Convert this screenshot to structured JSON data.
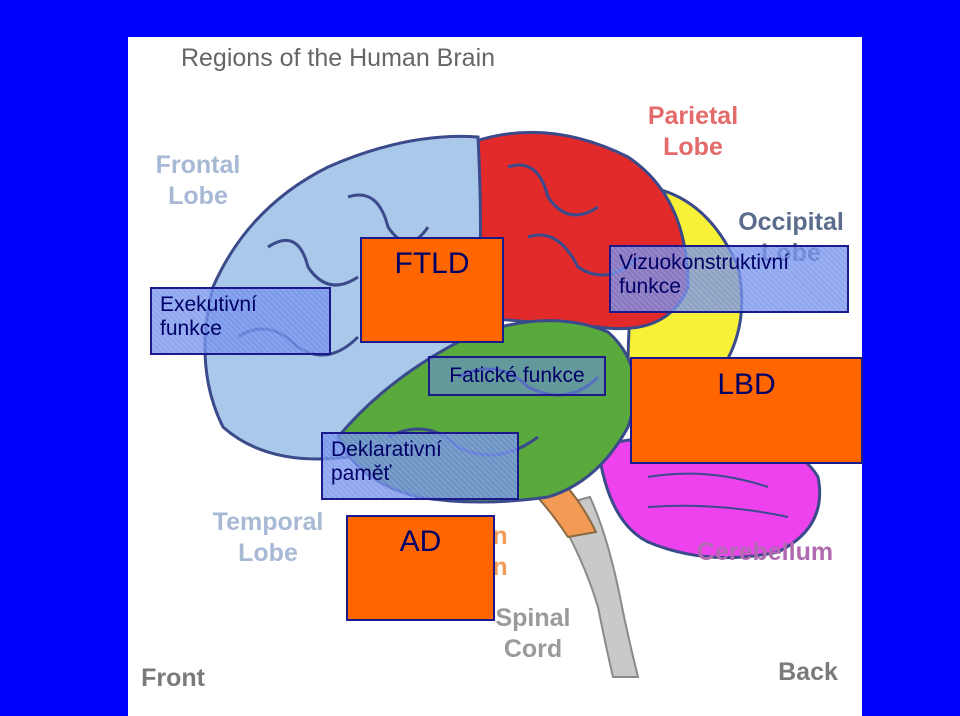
{
  "diagram": {
    "title": "Regions of the Human Brain",
    "region_labels": {
      "frontal": [
        "Frontal",
        "Lobe"
      ],
      "parietal": [
        "Parietal",
        "Lobe"
      ],
      "occipital": [
        "Occipital",
        "Lobe"
      ],
      "temporal": [
        "Temporal",
        "Lobe"
      ],
      "cerebellum": "Cerebellum",
      "brain_stem_partial": [
        "n",
        "n"
      ],
      "spinal_cord": [
        "Spinal",
        "Cord"
      ],
      "front": "Front",
      "back": "Back"
    },
    "colors": {
      "background": "#0000ff",
      "frontal": "#aac8ea",
      "parietal": "#e32a2a",
      "occipital": "#f7f238",
      "temporal": "#5aa93c",
      "cerebellum": "#ee42ee",
      "orange_box": "#ff6600",
      "label_color": "#a7b9d4"
    }
  },
  "overlays": {
    "executive": [
      "Exekutivní",
      "funkce"
    ],
    "ftld": "FTLD",
    "visuo": [
      "Vizuokonstruktivní",
      "funkce"
    ],
    "fatic": "Fatické funkce",
    "lbd": "LBD",
    "declarative": [
      "Deklarativní",
      "paměť"
    ],
    "ad": "AD"
  }
}
